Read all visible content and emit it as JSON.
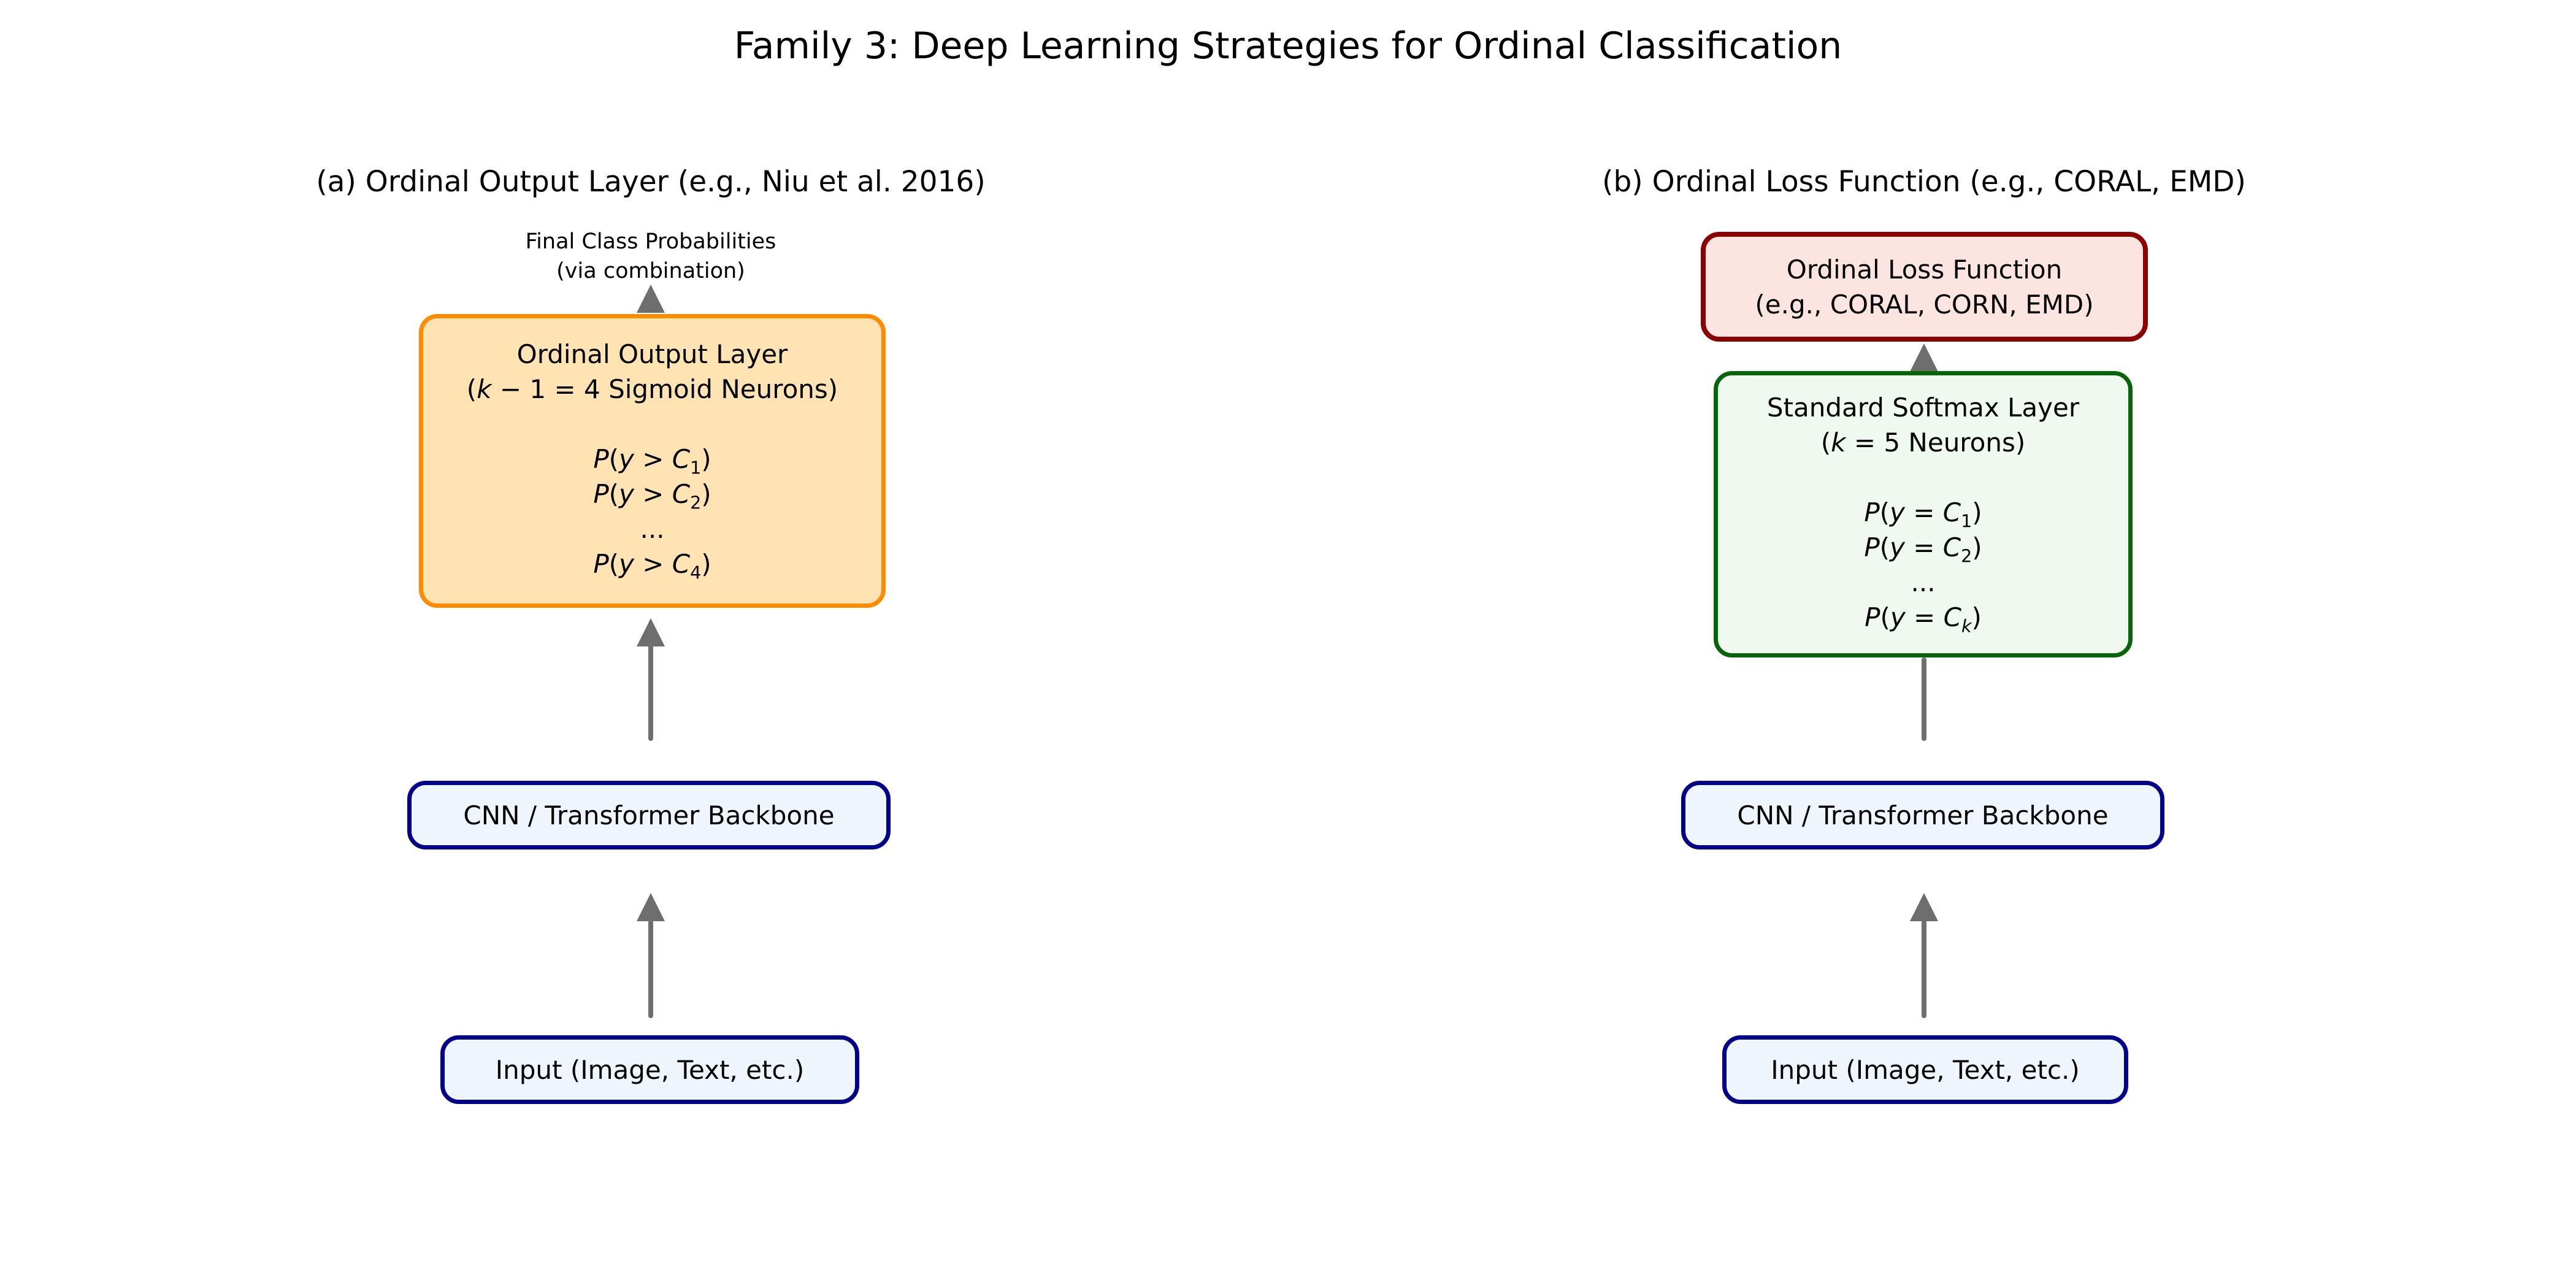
{
  "title": "Family 3: Deep Learning Strategies for Ordinal Classification",
  "colors": {
    "orange_border": "#FF8C00",
    "orange_fill": "#FFE3B3",
    "red_border": "#8B0000",
    "red_fill": "#FCE4E1",
    "green_border": "#086408",
    "green_fill": "#EFF9EF",
    "blue_border": "#00008B",
    "blue_fill": "#EEF5FC",
    "arrow": "#6E6E6E",
    "text": "#000000"
  },
  "panel_a": {
    "heading": "(a) Ordinal Output Layer (e.g., Niu et al. 2016)",
    "caption_line1": "Final Class Probabilities",
    "caption_line2": "(via combination)",
    "output_box": {
      "line1": "Ordinal Output Layer",
      "line2": [
        {
          "t": "(",
          "i": false
        },
        {
          "t": "k",
          "i": true
        },
        {
          "t": " − 1 = 4 Sigmoid Neurons)",
          "i": false
        }
      ],
      "f1": [
        {
          "t": "P",
          "i": true
        },
        {
          "t": "(",
          "i": false
        },
        {
          "t": "y",
          "i": true
        },
        {
          "t": " > ",
          "i": false
        },
        {
          "t": "C",
          "i": true
        },
        {
          "t": "1",
          "i": false,
          "sub": true
        },
        {
          "t": ")",
          "i": false
        }
      ],
      "f2": [
        {
          "t": "P",
          "i": true
        },
        {
          "t": "(",
          "i": false
        },
        {
          "t": "y",
          "i": true
        },
        {
          "t": " > ",
          "i": false
        },
        {
          "t": "C",
          "i": true
        },
        {
          "t": "2",
          "i": false,
          "sub": true
        },
        {
          "t": ")",
          "i": false
        }
      ],
      "dots": "...",
      "f3": [
        {
          "t": "P",
          "i": true
        },
        {
          "t": "(",
          "i": false
        },
        {
          "t": "y",
          "i": true
        },
        {
          "t": " > ",
          "i": false
        },
        {
          "t": "C",
          "i": true
        },
        {
          "t": "4",
          "i": false,
          "sub": true
        },
        {
          "t": ")",
          "i": false
        }
      ]
    },
    "backbone_label": "CNN / Transformer Backbone",
    "input_label": "Input (Image, Text, etc.)"
  },
  "panel_b": {
    "heading": "(b) Ordinal Loss Function (e.g., CORAL, EMD)",
    "loss_box": {
      "line1": "Ordinal Loss Function",
      "line2": "(e.g., CORAL, CORN, EMD)"
    },
    "softmax_box": {
      "line1": "Standard Softmax Layer",
      "line2": [
        {
          "t": "(",
          "i": false
        },
        {
          "t": "k",
          "i": true
        },
        {
          "t": " = 5 Neurons)",
          "i": false
        }
      ],
      "f1": [
        {
          "t": "P",
          "i": true
        },
        {
          "t": "(",
          "i": false
        },
        {
          "t": "y",
          "i": true
        },
        {
          "t": " = ",
          "i": false
        },
        {
          "t": "C",
          "i": true
        },
        {
          "t": "1",
          "i": false,
          "sub": true
        },
        {
          "t": ")",
          "i": false
        }
      ],
      "f2": [
        {
          "t": "P",
          "i": true
        },
        {
          "t": "(",
          "i": false
        },
        {
          "t": "y",
          "i": true
        },
        {
          "t": " = ",
          "i": false
        },
        {
          "t": "C",
          "i": true
        },
        {
          "t": "2",
          "i": false,
          "sub": true
        },
        {
          "t": ")",
          "i": false
        }
      ],
      "dots": "...",
      "f3": [
        {
          "t": "P",
          "i": true
        },
        {
          "t": "(",
          "i": false
        },
        {
          "t": "y",
          "i": true
        },
        {
          "t": " = ",
          "i": false
        },
        {
          "t": "C",
          "i": true
        },
        {
          "t": "k",
          "i": true,
          "sub": true
        },
        {
          "t": ")",
          "i": false
        }
      ]
    },
    "backbone_label": "CNN / Transformer Backbone",
    "input_label": "Input (Image, Text, etc.)"
  }
}
